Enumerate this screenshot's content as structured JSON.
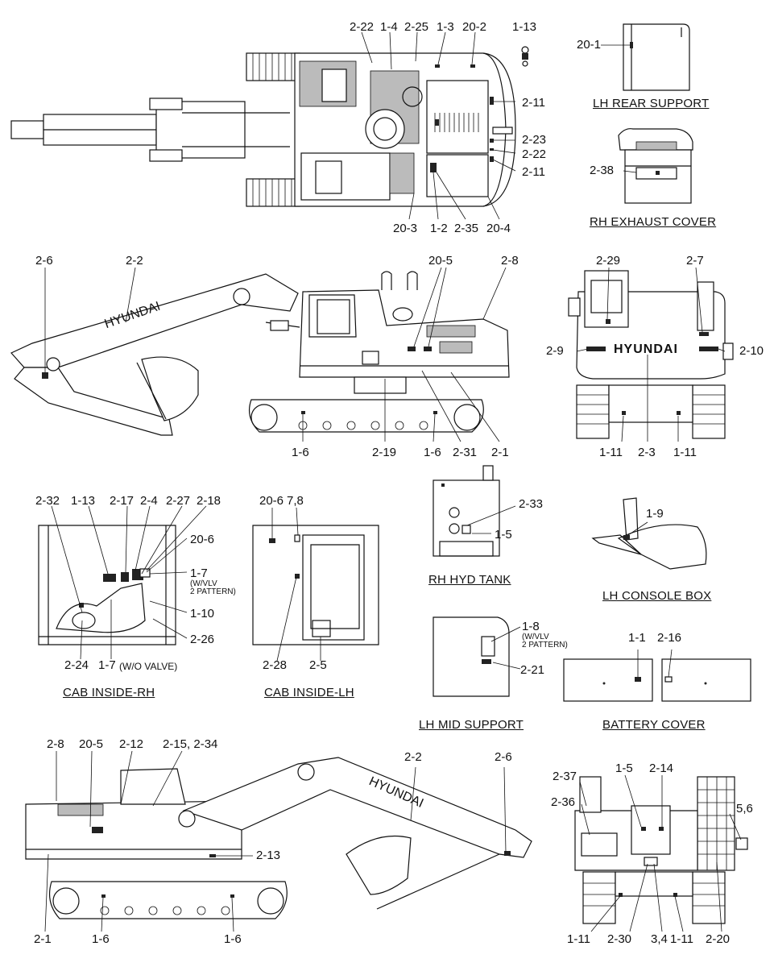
{
  "captions": {
    "lh_rear_support": "LH REAR SUPPORT",
    "rh_exhaust_cover": "RH EXHAUST COVER",
    "rh_hyd_tank": "RH HYD TANK",
    "lh_console_box": "LH CONSOLE BOX",
    "cab_inside_rh": "CAB INSIDE-RH",
    "cab_inside_lh": "CAB INSIDE-LH",
    "lh_mid_support": "LH MID SUPPORT",
    "battery_cover": "BATTERY COVER"
  },
  "brand": {
    "name": "HYUNDAI"
  },
  "top_view": {
    "l_2_22a": "2-22",
    "l_1_4": "1-4",
    "l_2_25": "2-25",
    "l_1_3": "1-3",
    "l_20_2": "20-2",
    "l_1_13": "1-13",
    "l_2_11a": "2-11",
    "l_2_23": "2-23",
    "l_2_22b": "2-22",
    "l_2_11b": "2-11",
    "l_20_3": "20-3",
    "l_1_2": "1-2",
    "l_2_35": "2-35",
    "l_20_4": "20-4"
  },
  "lh_rear": {
    "l_20_1": "20-1"
  },
  "rh_exhaust": {
    "l_2_38": "2-38"
  },
  "side_rh": {
    "l_2_6": "2-6",
    "l_2_2": "2-2",
    "l_20_5": "20-5",
    "l_2_8": "2-8",
    "l_1_6a": "1-6",
    "l_2_19": "2-19",
    "l_1_6b": "1-6",
    "l_2_31": "2-31",
    "l_2_1": "2-1"
  },
  "rear_view": {
    "l_2_29": "2-29",
    "l_2_7": "2-7",
    "l_2_9": "2-9",
    "l_2_10": "2-10",
    "l_1_11a": "1-11",
    "l_2_3": "2-3",
    "l_1_11b": "1-11"
  },
  "cab_rh": {
    "l_2_32": "2-32",
    "l_1_13": "1-13",
    "l_2_17": "2-17",
    "l_2_4": "2-4",
    "l_2_27": "2-27",
    "l_2_18": "2-18",
    "l_20_6": "20-6",
    "l_1_7a": "1-7",
    "note_wvlv": "(W/VLV",
    "note_2pattern": "2 PATTERN)",
    "l_1_10": "1-10",
    "l_2_26": "2-26",
    "l_2_24": "2-24",
    "l_1_7b": "1-7",
    "note_wo_valve": "(W/O VALVE)"
  },
  "cab_lh": {
    "l_20_6": "20-6",
    "l_7_8": "7,8",
    "l_2_28": "2-28",
    "l_2_5": "2-5"
  },
  "rh_hyd": {
    "l_2_33": "2-33",
    "l_1_5": "1-5"
  },
  "lh_console": {
    "l_1_9": "1-9"
  },
  "lh_mid": {
    "l_1_8": "1-8",
    "note_wvlv": "(W/VLV",
    "note_2pattern": "2 PATTERN)",
    "l_2_21": "2-21"
  },
  "battery": {
    "l_1_1": "1-1",
    "l_2_16": "2-16"
  },
  "side_lh": {
    "l_2_8": "2-8",
    "l_20_5": "20-5",
    "l_2_12": "2-12",
    "l_2_15_34": "2-15, 2-34",
    "l_2_2": "2-2",
    "l_2_6": "2-6",
    "l_2_13": "2-13",
    "l_2_1": "2-1",
    "l_1_6a": "1-6",
    "l_1_6b": "1-6"
  },
  "front_view": {
    "l_2_37": "2-37",
    "l_1_5": "1-5",
    "l_2_14": "2-14",
    "l_2_36": "2-36",
    "l_5_6": "5,6",
    "l_1_11a": "1-11",
    "l_2_30": "2-30",
    "l_3_4": "3,4",
    "l_1_11b": "1-11",
    "l_2_20": "2-20"
  }
}
